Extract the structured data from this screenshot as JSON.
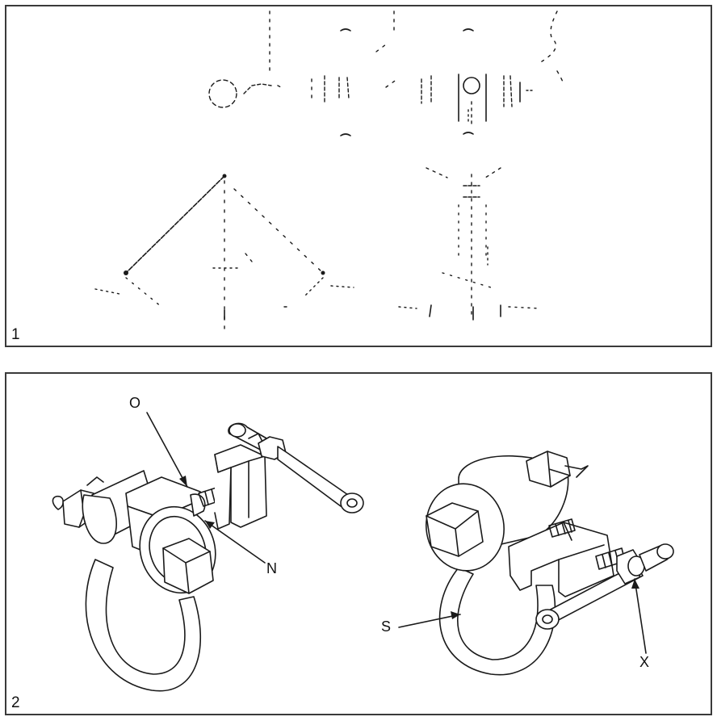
{
  "figure1": {
    "number": "1"
  },
  "figure2": {
    "number": "2",
    "callouts": {
      "o": "O",
      "n": "N",
      "s": "S",
      "x": "X"
    }
  }
}
